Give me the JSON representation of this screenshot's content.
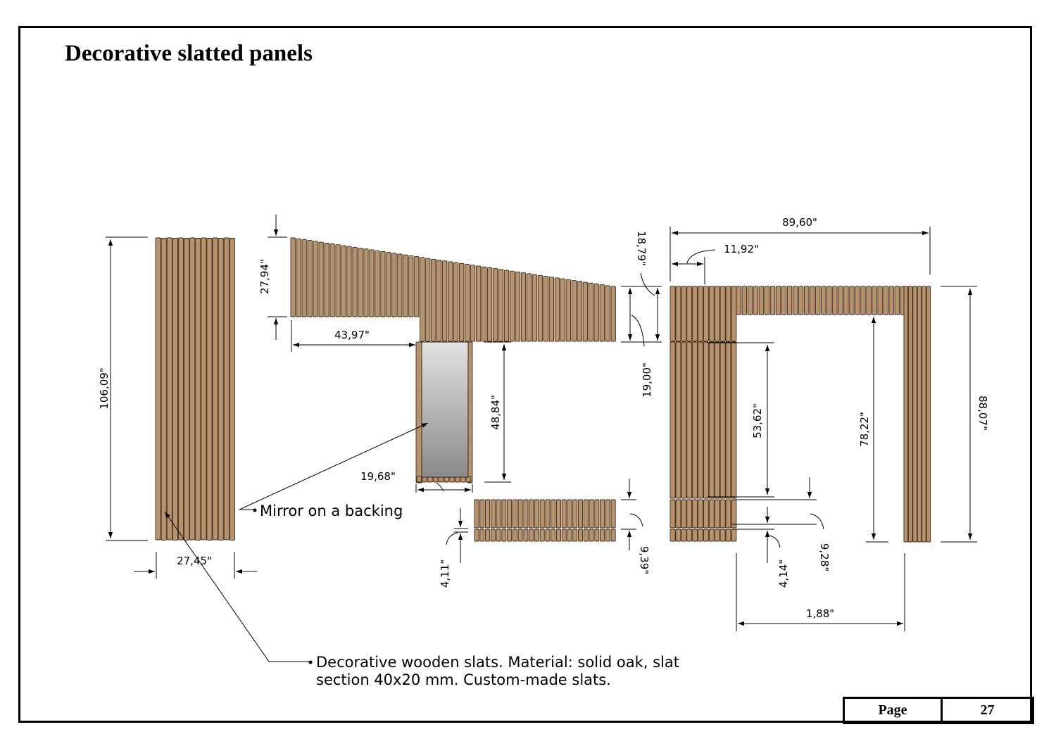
{
  "title": "Decorative slatted panels",
  "page": {
    "label": "Page",
    "number": "27"
  },
  "colors": {
    "wood": "#b8926a",
    "wood_stroke": "#3a2b1e",
    "mirror_top": "#e2e2e2",
    "mirror_bottom": "#8a8a8a"
  },
  "annotations": {
    "mirror": "Mirror on a backing",
    "slats_line1": "Decorative wooden slats. Material: solid oak, slat",
    "slats_line2": "section 40x20 mm. Custom-made slats."
  },
  "dimensions": {
    "panel1_height": "106,09\"",
    "panel1_width": "27,45\"",
    "panel2_top_height": "27,94\"",
    "panel2_offset": "43,97\"",
    "panel2_mirror_height": "48,84\"",
    "panel2_mirror_width": "19,68\"",
    "panel2_gap_left": "4,11\"",
    "panel2_gap_right": "9,39\"",
    "panel2_right_top": "18,79\"",
    "panel2_right_mid": "19,00\"",
    "panel3_width": "89,60\"",
    "panel3_left_width": "11,92\"",
    "panel3_inner_height": "53,62\"",
    "panel3_right_inner": "78,22\"",
    "panel3_height": "88,07\"",
    "panel3_gap_a": "4,14\"",
    "panel3_gap_b": "9,28\"",
    "panel3_span": "1,88\""
  }
}
